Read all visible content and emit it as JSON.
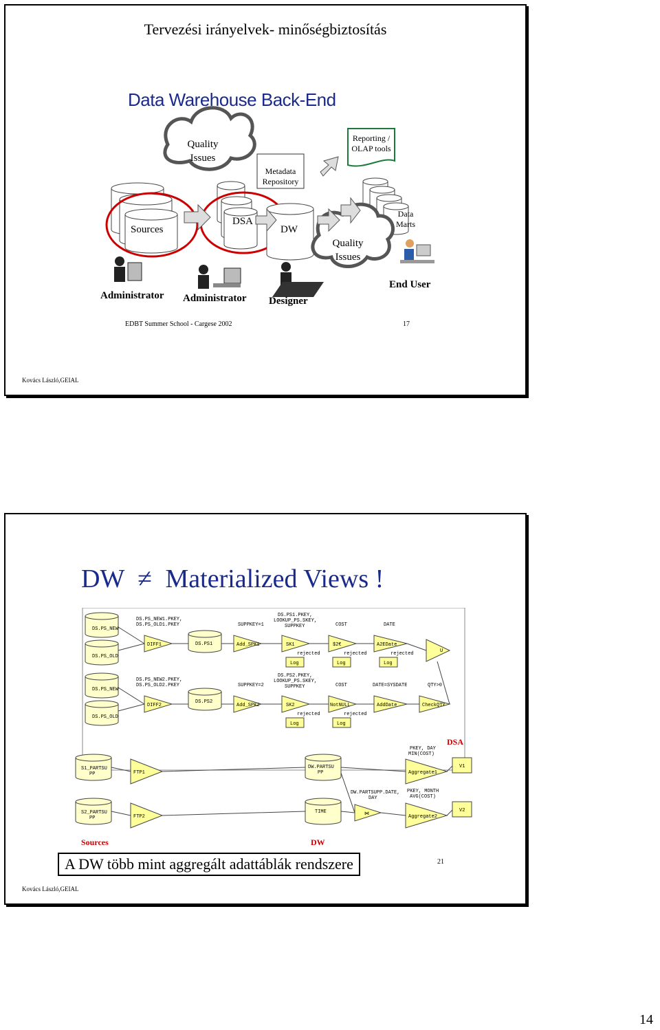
{
  "slide1": {
    "title": "Tervezési irányelvek- minőségbiztosítás",
    "inner_title": "Data Warehouse Back-End",
    "quality_issues_top": [
      "Quality",
      "Issues"
    ],
    "quality_issues_right": [
      "Quality",
      "Issues"
    ],
    "metadata": [
      "Metadata",
      "Repository"
    ],
    "reporting": [
      "Reporting /",
      "OLAP tools"
    ],
    "sources": "Sources",
    "dsa": "DSA",
    "dw": "DW",
    "data_marts": [
      "Data",
      "Marts"
    ],
    "admin1": "Administrator",
    "admin2": "Administrator",
    "designer": "Designer",
    "end_user": "End User",
    "footer_left": "EDBT Summer School - Cargese 2002",
    "footer_right": "17",
    "author": "Kovács László,GEIAL"
  },
  "slide2": {
    "title_left": "DW",
    "title_symbol": "≠",
    "title_right": "Materialized Views !",
    "dsa_label": "DSA",
    "sources_label": "Sources",
    "dw_label": "DW",
    "caption": "A DW több mint aggregált adattáblák rendszere",
    "page_number": "21",
    "author": "Kovács László,GEIAL"
  },
  "page_number": "14",
  "colors": {
    "triangle": "#ffff99",
    "red": "#cc0000",
    "cylinder": "#ffffcc"
  }
}
